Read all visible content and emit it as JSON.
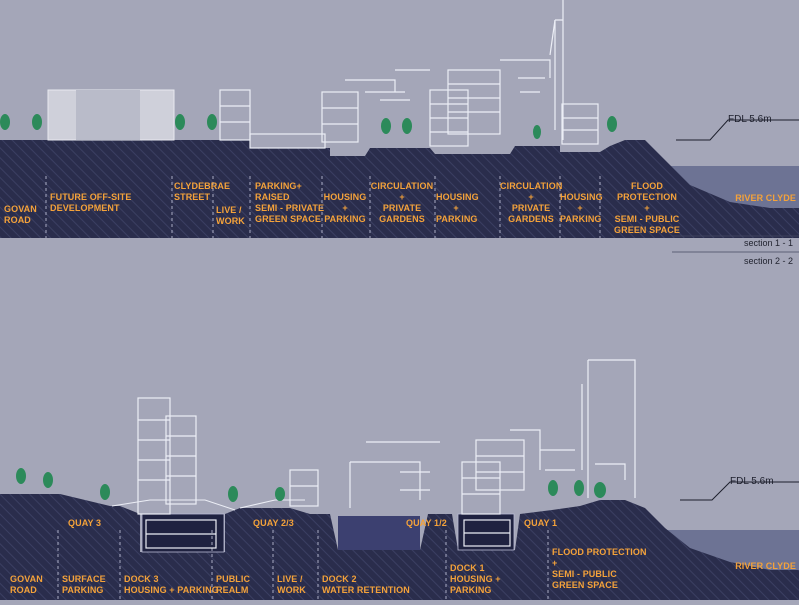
{
  "section1": {
    "labels": {
      "govan_road": "GOVAN\nROAD",
      "future_dev": "FUTURE OFF-SITE\nDEVELOPMENT",
      "clydebrae": "CLYDEBRAE\nSTREET",
      "live_work": "LIVE /\nWORK",
      "parking_raised": "PARKING+\nRAISED\nSEMI - PRIVATE\nGREEN SPACE",
      "housing_parking_a": "HOUSING\n+\nPARKING",
      "circulation_a": "CIRCULATION\n+\nPRIVATE\nGARDENS",
      "housing_parking_b": "HOUSING\n+\nPARKING",
      "circulation_b": "CIRCULATION\n+\nPRIVATE\nGARDENS",
      "housing_parking_c": "HOUSING\n+\nPARKING",
      "flood_protection": "FLOOD PROTECTION\n+\nSEMI - PUBLIC\nGREEN SPACE",
      "river_clyde": "RIVER CLYDE"
    },
    "fdl": "FDL 5.6m",
    "section_tag": "section 1 - 1"
  },
  "section2": {
    "labels": {
      "quay3": "QUAY 3",
      "quay23": "QUAY 2/3",
      "quay12": "QUAY 1/2",
      "quay1": "QUAY 1",
      "govan_road": "GOVAN\nROAD",
      "surface_parking": "SURFACE\nPARKING",
      "dock3": "DOCK 3\nHOUSING + PARKING",
      "public_realm": "PUBLIC\nREALM",
      "live_work": "LIVE /\nWORK",
      "dock2": "DOCK 2\nWATER RETENTION",
      "dock1": "DOCK 1\nHOUSING +\nPARKING",
      "flood_protection": "FLOOD PROTECTION\n+\nSEMI - PUBLIC\nGREEN SPACE",
      "river_clyde": "RIVER CLYDE"
    },
    "fdl": "FDL 5.6m",
    "section_tag": "section 2 - 2"
  },
  "colors": {
    "sky": "#a4a6b8",
    "ground": "#2a2d4c",
    "ground_hatch": "#3a3e60",
    "label": "#f4a23a",
    "building_outline": "#e8e9f0",
    "tree": "#2c8a5a",
    "water": "#6d7394"
  }
}
